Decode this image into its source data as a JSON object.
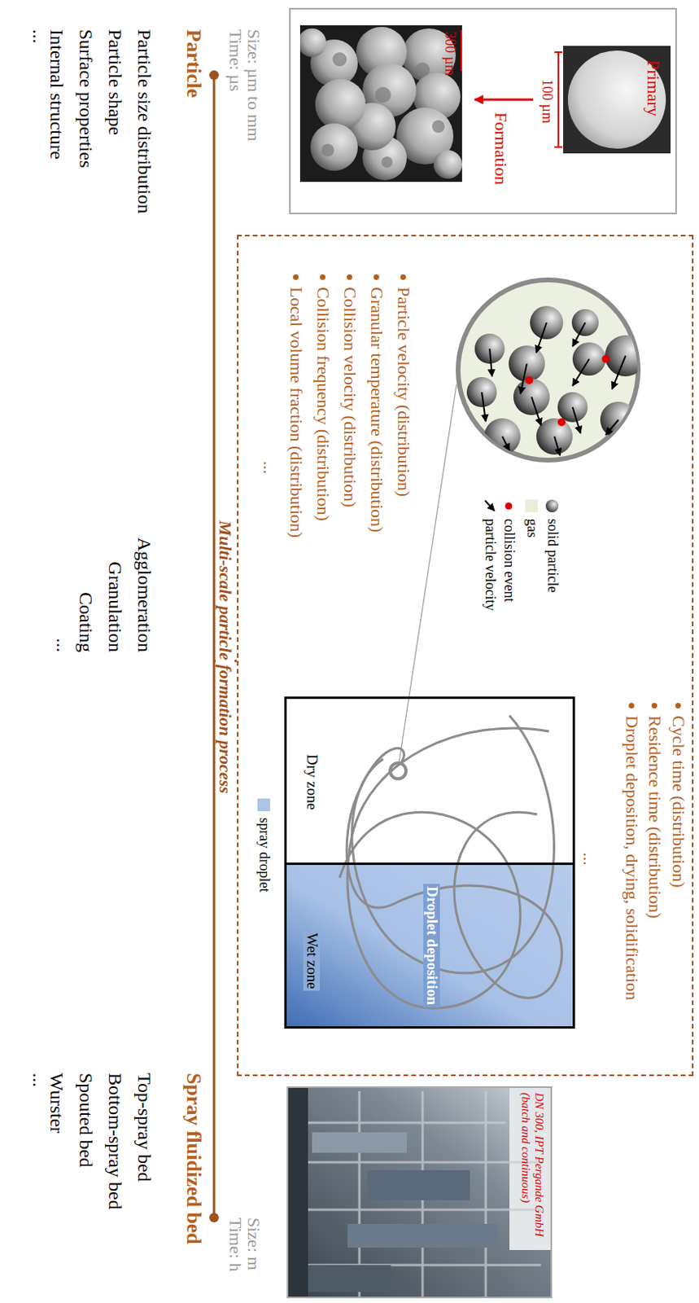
{
  "diagram": {
    "nodes": [
      {
        "text": [
          "Primary",
          "100 µm",
          "Formation",
          "300 µm"
        ]
      },
      {
        "text": [
          "Multi-scale particle formation process"
        ]
      },
      {
        "text": [
          "Dry zone"
        ],
        "in": 1
      },
      {
        "text": [
          "Droplet deposition",
          "Wet zone"
        ],
        "in": 1
      },
      {
        "text": [
          "DN 300, IPT Pergande GmbH (batch and continuous)"
        ]
      }
    ],
    "labels": [
      "Size: µm to mm",
      "Time: µs",
      "Particle",
      "Particle size distribution",
      "Particle shape",
      "Surface properties",
      "Internal structure",
      "...",
      "Particle velocity (distribution)",
      "Granular temperature (distribution)",
      "Collision velocity (distribution)",
      "Collision frequency (distribution)",
      "Local volume fraction (distribution)",
      "...",
      "Agglomeration",
      "Granulation",
      "Coating",
      "...",
      "Cycle time (distribution)",
      "Residence time (distribution)",
      "Droplet deposition, drying, solidification",
      "...",
      "Size: m",
      "Time: h",
      "Spray fluidized bed",
      "Top-spray bed",
      "Bottom-spray bed",
      "Spouted bed",
      "Wurster",
      "..."
    ],
    "legend": [
      {
        "text": "solid particle"
      },
      {
        "text": "gas",
        "color": "#e8eed8"
      },
      {
        "text": "collision event"
      },
      {
        "text": "particle velocity"
      },
      {
        "text": "spray droplet",
        "color": "#a9c4e6"
      }
    ]
  }
}
